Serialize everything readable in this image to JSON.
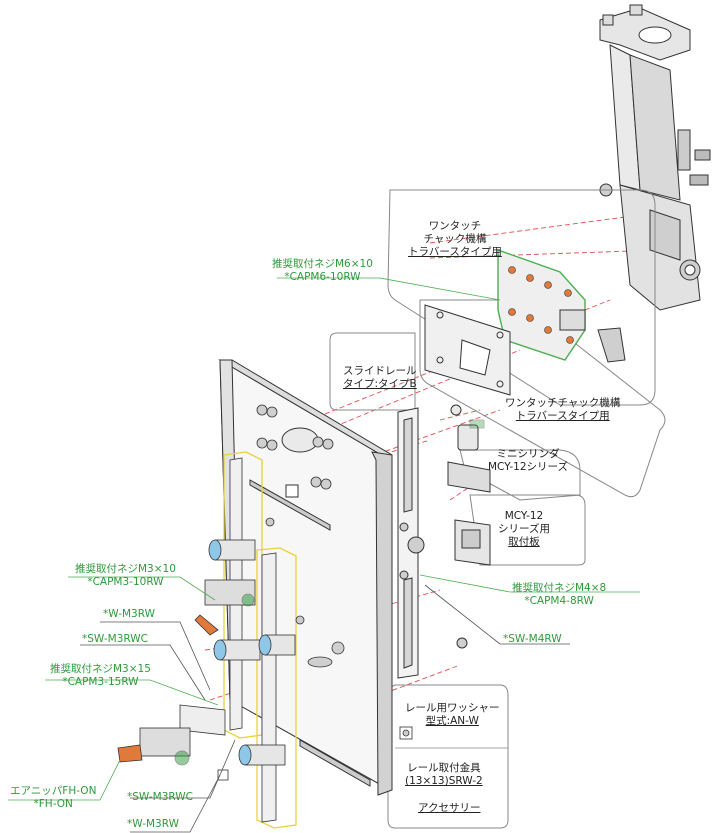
{
  "colors": {
    "green_label": "#2e9a3a",
    "green_leader": "#4caf50",
    "red_dashed": "#e05050",
    "yellow_outline": "#e8d23a",
    "part_fill": "#d8d8d8",
    "part_stroke": "#333333",
    "callout_stroke": "#555555"
  },
  "labels": {
    "one_touch_chuck_traverse_line1": "ワンタッチ",
    "one_touch_chuck_traverse_line2": "チャック機構",
    "one_touch_chuck_traverse_line3": "トラバースタイプ用",
    "screw_m6_line1": "推奨取付ネジM6×10",
    "screw_m6_line2": "*CAPM6-10RW",
    "slide_rail_line1": "スライドレール",
    "slide_rail_line2": "タイプ:タイプB",
    "one_touch_chuck_traverse2_line1": "ワンタッチチャック機構",
    "one_touch_chuck_traverse2_line2": "トラバースタイプ用",
    "mini_cylinder_line1": "ミニシリンダ",
    "mini_cylinder_line2": "MCY-12シリーズ",
    "mcy_plate_line1": "MCY-12",
    "mcy_plate_line2": "シリーズ用",
    "mcy_plate_line3": "取付板",
    "screw_m4_line1": "推奨取付ネジM4×8",
    "screw_m4_line2": "*CAPM4-8RW",
    "sw_m4rw": "*SW-M4RW",
    "screw_m3x10_line1": "推奨取付ネジM3×10",
    "screw_m3x10_line2": "*CAPM3-10RW",
    "w_m3rw_top": "*W-M3RW",
    "sw_m3rwc_top": "*SW-M3RWC",
    "screw_m3x15_line1": "推奨取付ネジM3×15",
    "screw_m3x15_line2": "*CAPM3-15RW",
    "rail_washer_line1": "レール用ワッシャー",
    "rail_washer_line2": "型式:AN-W",
    "rail_bracket_line1": "レール取付金具",
    "rail_bracket_line2": "(13×13)SRW-2",
    "accessory": "アクセサリー",
    "air_nipper_line1": "エアニッパFH-ON",
    "air_nipper_line2": "*FH-ON",
    "sw_m3rwc_bottom": "*SW-M3RWC",
    "w_m3rw_bottom": "*W-M3RW"
  }
}
